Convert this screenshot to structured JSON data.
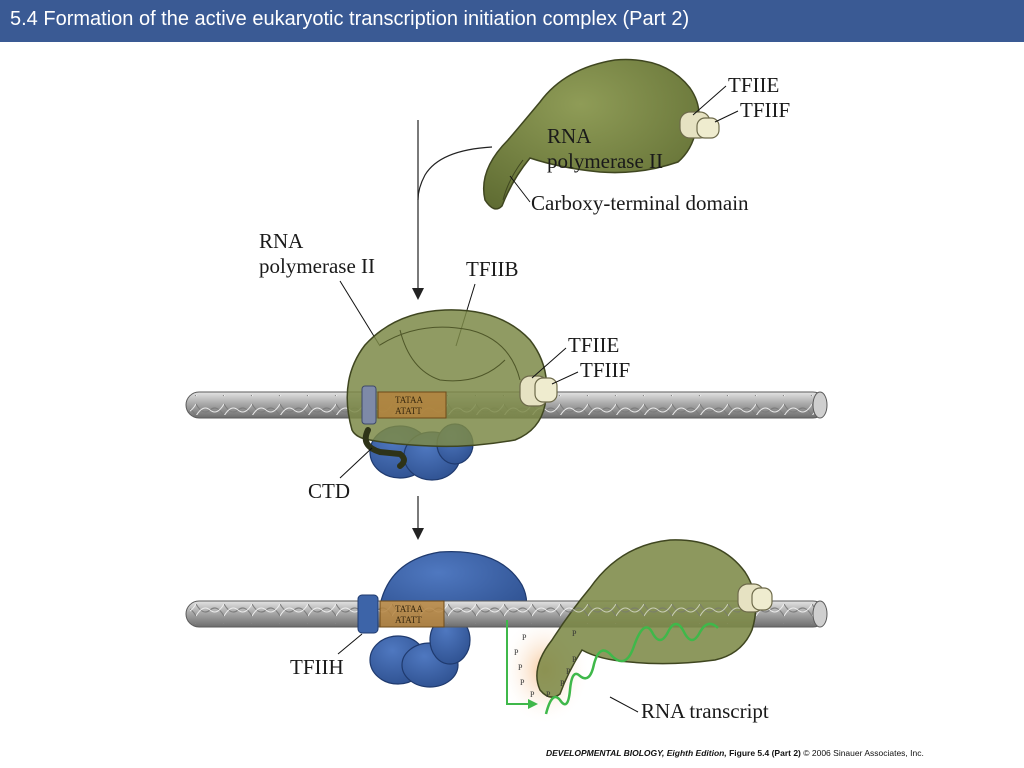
{
  "title": "5.4  Formation of the active eukaryotic transcription initiation complex (Part 2)",
  "labels": {
    "top_tfiie": "TFIIE",
    "top_tfiif": "TFIIF",
    "top_rna": "RNA",
    "top_pol": "polymerase II",
    "ctd_full": "Carboxy-terminal domain",
    "mid_rna": "RNA",
    "mid_pol": "polymerase II",
    "tfiib": "TFIIB",
    "mid_tfiie": "TFIIE",
    "mid_tfiif": "TFIIF",
    "ctd": "CTD",
    "tfiih": "TFIIH",
    "rna_transcript": "RNA transcript",
    "tata_top": "TATAA",
    "tata_bottom": "ATATT",
    "phospho": "P"
  },
  "credit": {
    "book": "DEVELOPMENTAL BIOLOGY, Eighth Edition,",
    "figure": " Figure 5.4 (Part 2) ",
    "copyright": " © 2006 Sinauer Associates, Inc."
  },
  "colors": {
    "title_bar": "#3a5a94",
    "polymerase": "#7d8a48",
    "tfiie_tfiif": "#e6e2c2",
    "blue_factors": "#3d64a8",
    "dna": "#b8b8b8",
    "tata_box": "#b5843e",
    "rna": "#3fb84a",
    "ctd_glow": "#f6c79a"
  }
}
